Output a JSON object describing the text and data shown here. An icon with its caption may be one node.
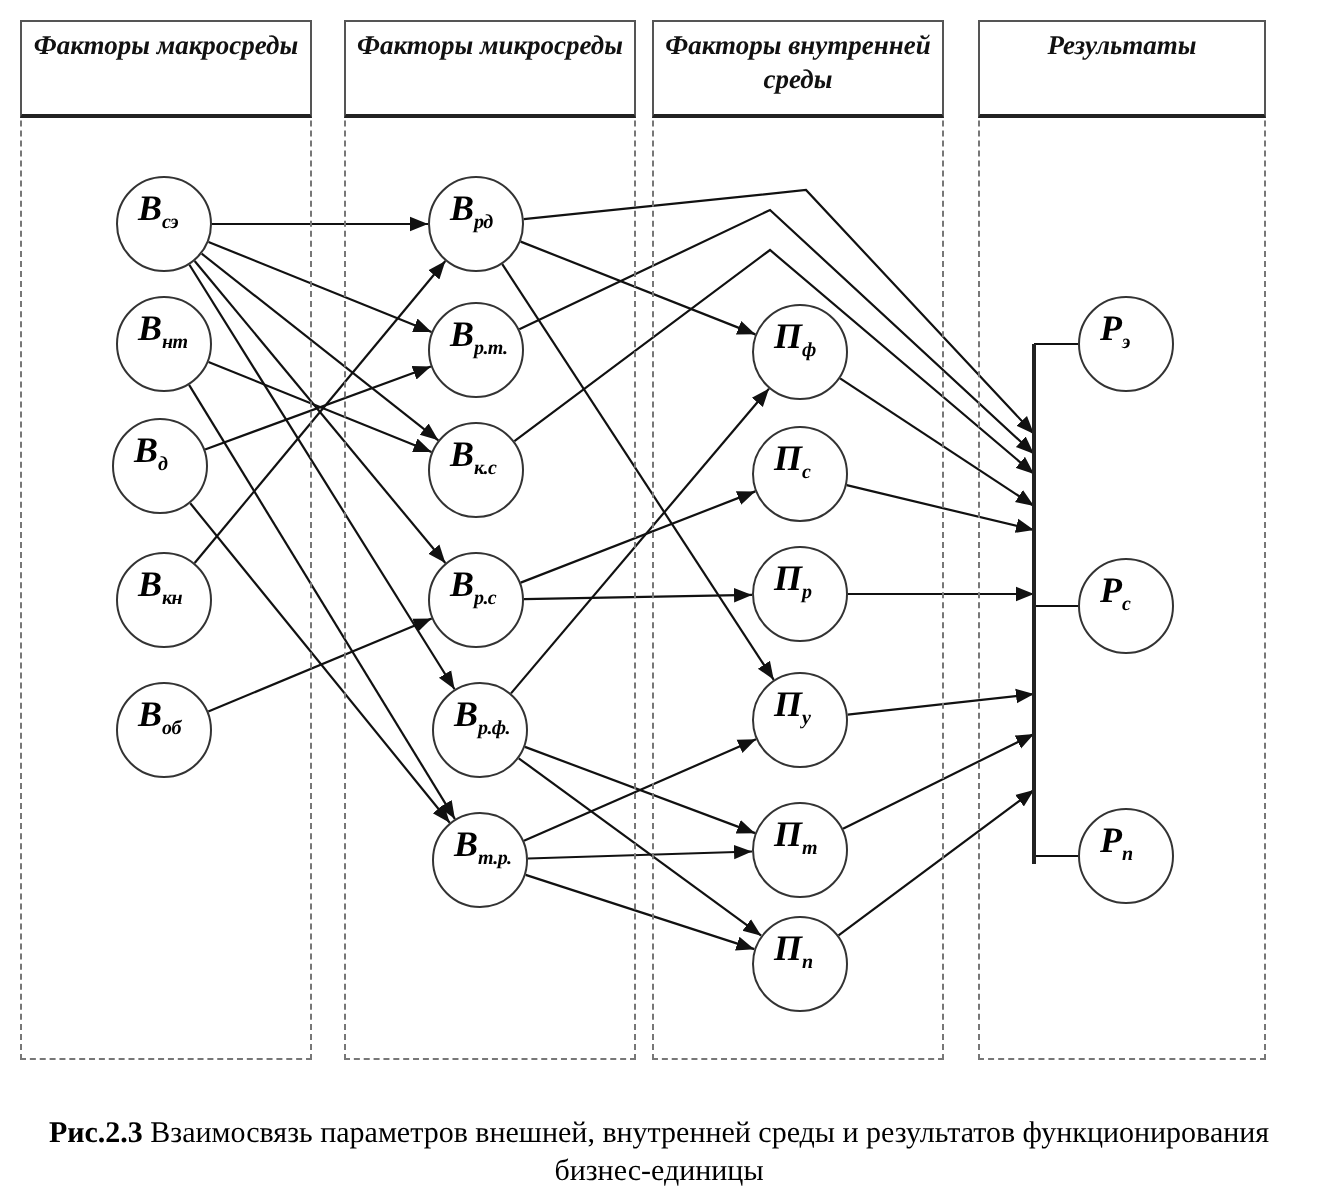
{
  "diagram": {
    "caption": "**Рис.2.3** Взаимосвязь параметров внешней, внутренней среды и результатов функционирования бизнес-единицы",
    "nodes": [
      {
        "text": [
          "Факторы макросреды"
        ]
      },
      {
        "text": [
          "Факторы микросреды"
        ]
      },
      {
        "text": [
          "Факторы внутренней среды"
        ]
      },
      {
        "text": [
          "Результаты"
        ]
      },
      {
        "text": [
          "В$_{сэ}$"
        ],
        "in": 0
      },
      {
        "text": [
          "В$_{нт}$"
        ],
        "in": 0
      },
      {
        "text": [
          "В$_{д}$"
        ],
        "in": 0
      },
      {
        "text": [
          "В$_{кн}$"
        ],
        "in": 0
      },
      {
        "text": [
          "В$_{об}$"
        ],
        "in": 0
      },
      {
        "text": [
          "В$_{рд}$"
        ],
        "in": 1
      },
      {
        "text": [
          "В$_{р.т.}$"
        ],
        "in": 1
      },
      {
        "text": [
          "В$_{к.с}$"
        ],
        "in": 1
      },
      {
        "text": [
          "В$_{р.с}$"
        ],
        "in": 1
      },
      {
        "text": [
          "В$_{р.ф.}$"
        ],
        "in": 1
      },
      {
        "text": [
          "В$_{т.р.}$"
        ],
        "in": 1
      },
      {
        "text": [
          "П$_{ф}$"
        ],
        "in": 2
      },
      {
        "text": [
          "П$_{с}$"
        ],
        "in": 2
      },
      {
        "text": [
          "П$_{р}$"
        ],
        "in": 2
      },
      {
        "text": [
          "П$_{у}$"
        ],
        "in": 2
      },
      {
        "text": [
          "П$_{т}$"
        ],
        "in": 2
      },
      {
        "text": [
          "П$_{п}$"
        ],
        "in": 2
      },
      {
        "text": [],
        "shape": "bar",
        "in": 3
      },
      {
        "text": [
          "Р$_{э}$"
        ],
        "in": 3
      },
      {
        "text": [
          "Р$_{с}$"
        ],
        "in": 3
      },
      {
        "text": [
          "Р$_{п}$"
        ],
        "in": 3
      }
    ],
    "edges": [
      {
        "from": 4,
        "to": 9,
        "arrow": "to"
      },
      {
        "from": 4,
        "to": 10,
        "arrow": "to"
      },
      {
        "from": 4,
        "to": 11,
        "arrow": "to"
      },
      {
        "from": 4,
        "to": 12,
        "arrow": "to"
      },
      {
        "from": 4,
        "to": 13,
        "arrow": "to"
      },
      {
        "from": 5,
        "to": 11,
        "arrow": "to"
      },
      {
        "from": 5,
        "to": 14,
        "arrow": "to"
      },
      {
        "from": 6,
        "to": 10,
        "arrow": "to"
      },
      {
        "from": 6,
        "to": 14,
        "arrow": "to"
      },
      {
        "from": 7,
        "to": 9,
        "arrow": "to"
      },
      {
        "from": 8,
        "to": 12,
        "arrow": "to"
      },
      {
        "from": 9,
        "to": 15,
        "arrow": "to"
      },
      {
        "from": 9,
        "to": 18,
        "arrow": "to"
      },
      {
        "from": 9,
        "to": 21,
        "arrow": "to"
      },
      {
        "from": 10,
        "to": 21,
        "arrow": "to"
      },
      {
        "from": 11,
        "to": 21,
        "arrow": "to"
      },
      {
        "from": 12,
        "to": 16,
        "arrow": "to"
      },
      {
        "from": 12,
        "to": 17,
        "arrow": "to"
      },
      {
        "from": 13,
        "to": 15,
        "arrow": "to"
      },
      {
        "from": 13,
        "to": 19,
        "arrow": "to"
      },
      {
        "from": 13,
        "to": 20,
        "arrow": "to"
      },
      {
        "from": 14,
        "to": 18,
        "arrow": "to"
      },
      {
        "from": 14,
        "to": 19,
        "arrow": "to"
      },
      {
        "from": 14,
        "to": 20,
        "arrow": "to"
      },
      {
        "from": 15,
        "to": 21,
        "arrow": "to"
      },
      {
        "from": 16,
        "to": 21,
        "arrow": "to"
      },
      {
        "from": 17,
        "to": 21,
        "arrow": "to"
      },
      {
        "from": 18,
        "to": 21,
        "arrow": "to"
      },
      {
        "from": 19,
        "to": 21,
        "arrow": "to"
      },
      {
        "from": 20,
        "to": 21,
        "arrow": "to"
      },
      {
        "from": 21,
        "to": 22,
        "arrow": "none"
      },
      {
        "from": 21,
        "to": 23,
        "arrow": "none"
      },
      {
        "from": 21,
        "to": 24,
        "arrow": "none"
      }
    ]
  }
}
